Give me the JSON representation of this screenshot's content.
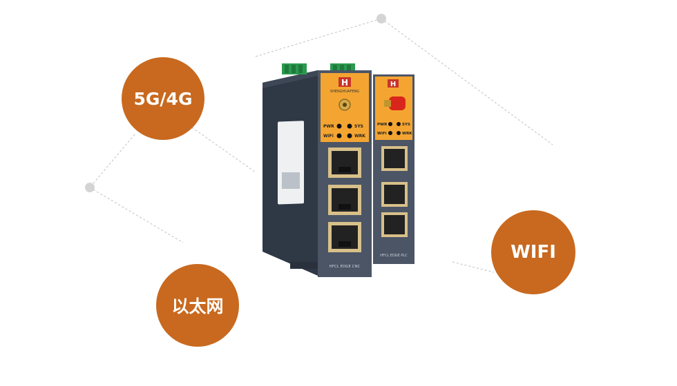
{
  "colors": {
    "accent": "#c8691f",
    "device_body": "#4b5566",
    "device_side": "#2e3643",
    "label_plate": "#f4a531",
    "terminal_green": "#2a9a4e",
    "antenna_red": "#d9261c"
  },
  "features": [
    {
      "id": "cellular",
      "label": "5G/4G"
    },
    {
      "id": "ethernet",
      "label": "以太网"
    },
    {
      "id": "wifi",
      "label": "WIFI"
    }
  ],
  "device": {
    "brand": "SHENGHUAFENG",
    "logo_letter": "H",
    "left_unit": {
      "led_labels": [
        "PWR",
        "SYS",
        "WiFi",
        "WRK"
      ],
      "model": "HFCL EDGE CNC",
      "antenna": "gold-sma-connector"
    },
    "right_unit": {
      "led_labels": [
        "PWR",
        "SYS",
        "WiFi",
        "WRK"
      ],
      "model": "HFCL EDGE PLC",
      "antenna": "red-antenna-stub"
    }
  }
}
